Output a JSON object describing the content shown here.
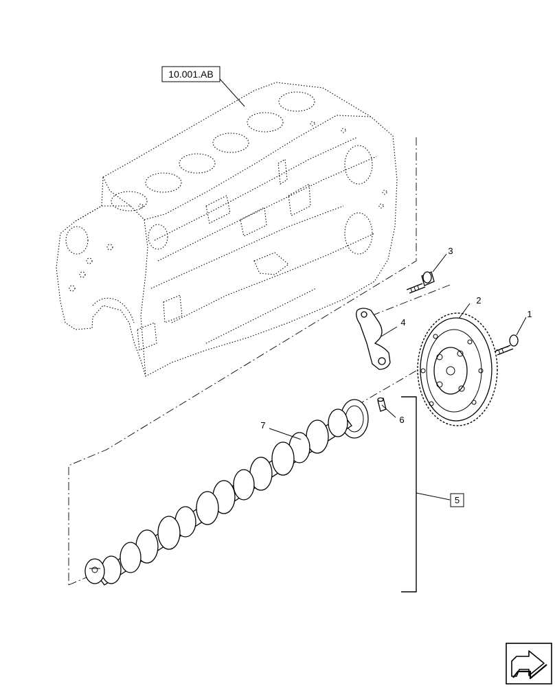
{
  "reference_box": {
    "label": "10.001.AB"
  },
  "callouts": [
    {
      "id": "1",
      "label": "1"
    },
    {
      "id": "2",
      "label": "2"
    },
    {
      "id": "3",
      "label": "3"
    },
    {
      "id": "4",
      "label": "4"
    },
    {
      "id": "5",
      "label": "5"
    },
    {
      "id": "6",
      "label": "6"
    },
    {
      "id": "7",
      "label": "7"
    }
  ],
  "icons": {
    "navigation": "arrow-navigation-icon"
  }
}
